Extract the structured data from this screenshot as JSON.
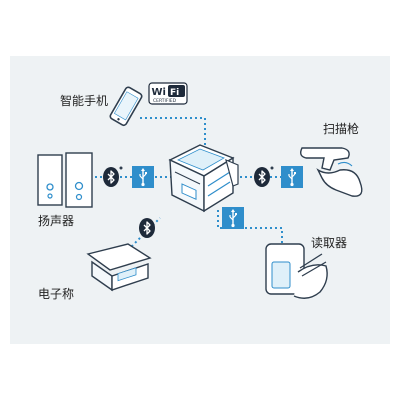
{
  "devices": {
    "phone": {
      "label": "智能手机"
    },
    "scanner": {
      "label": "扫描枪"
    },
    "speaker": {
      "label": "扬声器"
    },
    "reader": {
      "label": "读取器"
    },
    "scale": {
      "label": "电子称"
    }
  },
  "wifi_badge": {
    "brand": "WiFi",
    "caption": "CERTIFIED"
  },
  "colors": {
    "accent": "#2f8ecb",
    "dark": "#1e2a3a",
    "panel": "#eef2f4"
  },
  "icons": {
    "bluetooth": "bluetooth-icon",
    "usb": "usb-icon",
    "wifi": "wifi-logo"
  }
}
